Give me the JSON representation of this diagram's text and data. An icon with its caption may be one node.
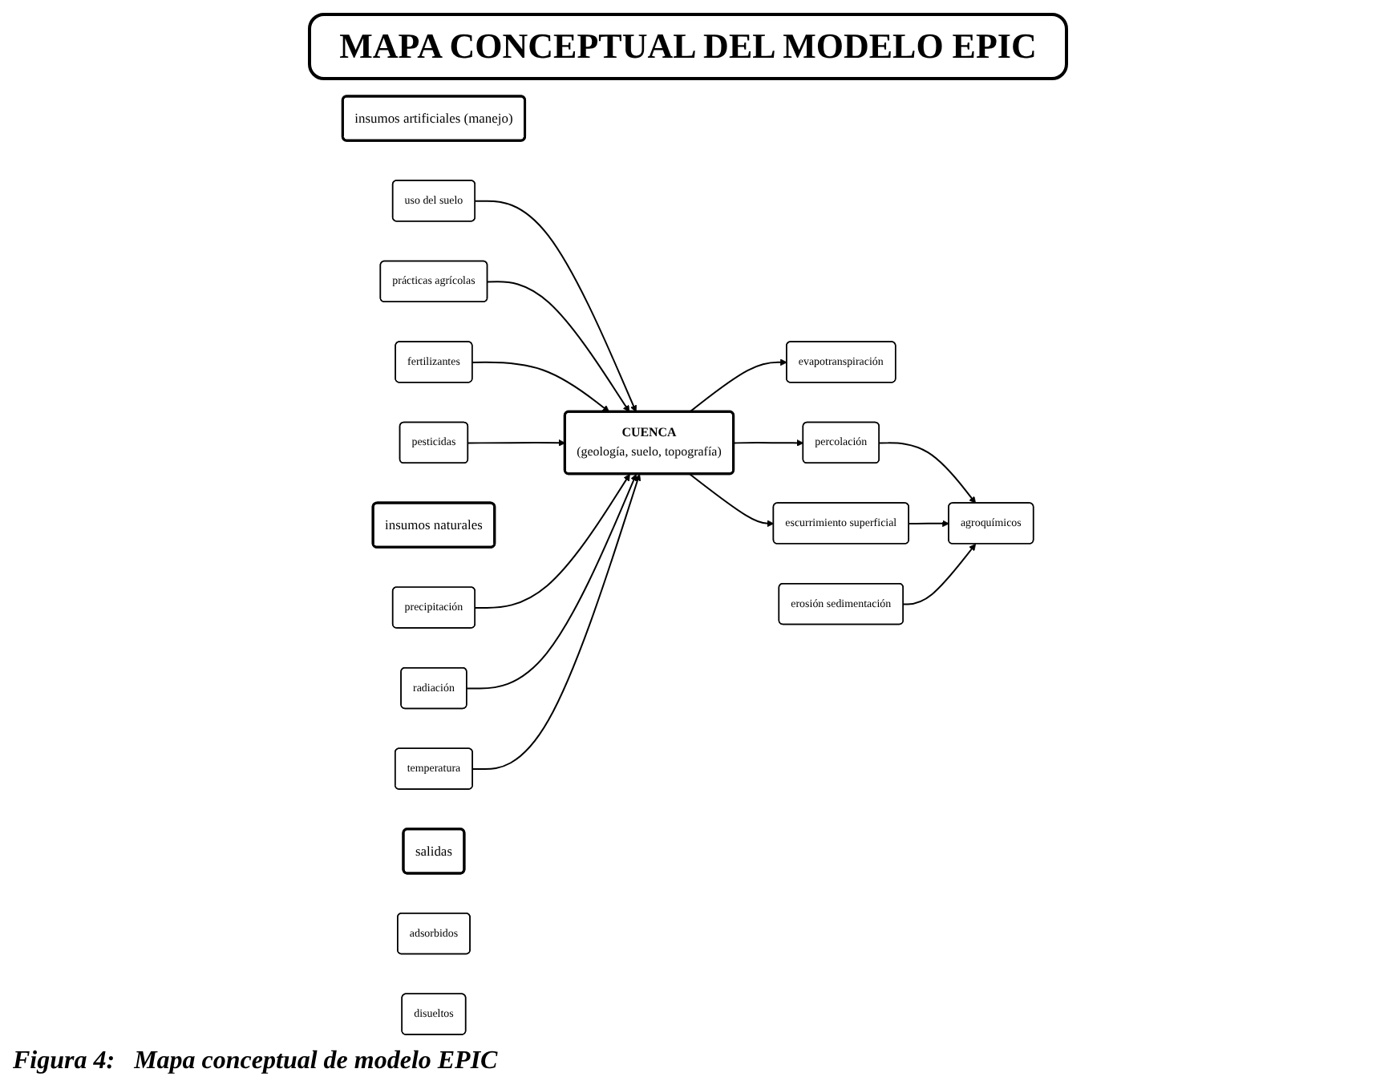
{
  "diagram": {
    "title": "MAPA CONCEPTUAL DEL MODELO EPIC",
    "caption": "Figura 4:   Mapa conceptual de modelo EPIC",
    "nodes": [
      {
        "text": [
          "insumos artificiales (manejo)"
        ]
      },
      {
        "text": [
          "uso del suelo"
        ]
      },
      {
        "text": [
          "prácticas agrícolas"
        ]
      },
      {
        "text": [
          "fertilizantes"
        ]
      },
      {
        "text": [
          "pesticidas"
        ]
      },
      {
        "text": [
          "insumos naturales"
        ]
      },
      {
        "text": [
          "precipitación"
        ]
      },
      {
        "text": [
          "radiación"
        ]
      },
      {
        "text": [
          "temperatura"
        ]
      },
      {
        "text": [
          "CUENCA",
          "(geología, suelo, topografía)"
        ]
      },
      {
        "text": [
          "salidas"
        ]
      },
      {
        "text": [
          "evapotranspiración"
        ]
      },
      {
        "text": [
          "escurrimiento superficial"
        ]
      },
      {
        "text": [
          "percolación"
        ]
      },
      {
        "text": [
          "erosión sedimentación"
        ]
      },
      {
        "text": [
          "agroquímicos"
        ]
      },
      {
        "text": [
          "adsorbidos"
        ]
      },
      {
        "text": [
          "disueltos"
        ]
      }
    ],
    "edges": [
      {
        "from": 1,
        "to": 9,
        "arrow": "to"
      },
      {
        "from": 2,
        "to": 9,
        "arrow": "to"
      },
      {
        "from": 3,
        "to": 9,
        "arrow": "to"
      },
      {
        "from": 4,
        "to": 9,
        "arrow": "to"
      },
      {
        "from": 6,
        "to": 9,
        "arrow": "to"
      },
      {
        "from": 7,
        "to": 9,
        "arrow": "to"
      },
      {
        "from": 8,
        "to": 9,
        "arrow": "to"
      },
      {
        "from": 9,
        "to": 11,
        "arrow": "to"
      },
      {
        "from": 9,
        "to": 12,
        "arrow": "to"
      },
      {
        "from": 9,
        "to": 13,
        "arrow": "to"
      },
      {
        "from": 13,
        "to": 15,
        "arrow": "to"
      },
      {
        "from": 12,
        "to": 15,
        "arrow": "to"
      },
      {
        "from": 14,
        "to": 15,
        "arrow": "to"
      }
    ]
  }
}
